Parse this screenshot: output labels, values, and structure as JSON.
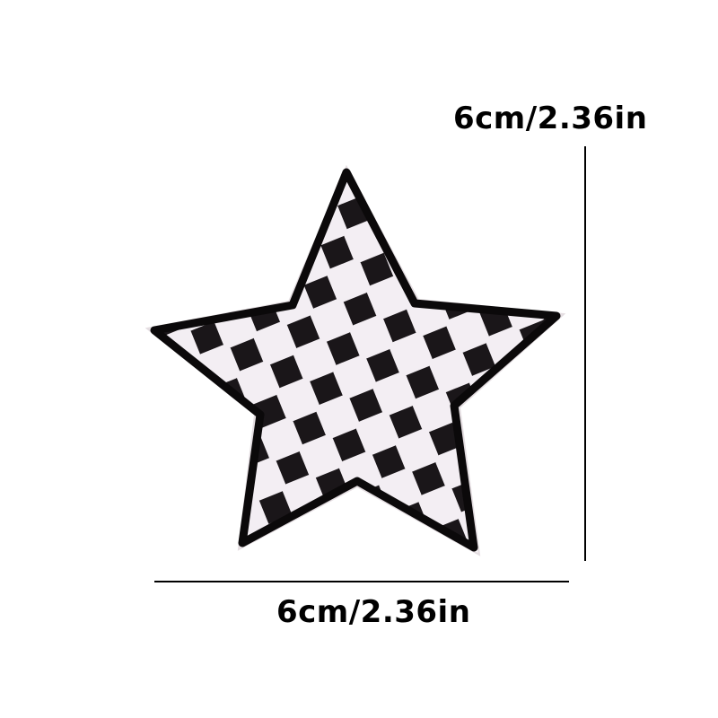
{
  "product": {
    "shape": "star",
    "pattern": "checkered",
    "colors": {
      "background": "#ffffff",
      "patch_fill": "#1a1619",
      "check_squares": "#f3eef3",
      "outline": "#0b090a",
      "backing_edge": "#f6f2f4",
      "dimension_lines": "#000000"
    }
  },
  "dimensions": {
    "height_label": "6cm/2.36in",
    "width_label": "6cm/2.36in"
  }
}
